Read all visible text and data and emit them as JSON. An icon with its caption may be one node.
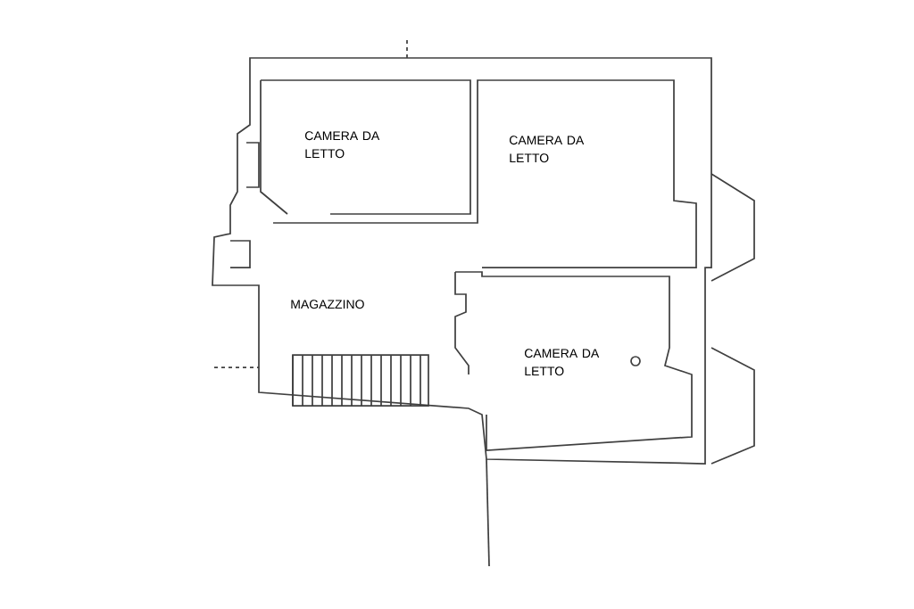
{
  "diagram": {
    "labels": [
      "CAMERA DA LETTO",
      "CAMERA DA LETTO",
      "MAGAZZINO",
      "CAMERA DA LETTO"
    ]
  }
}
